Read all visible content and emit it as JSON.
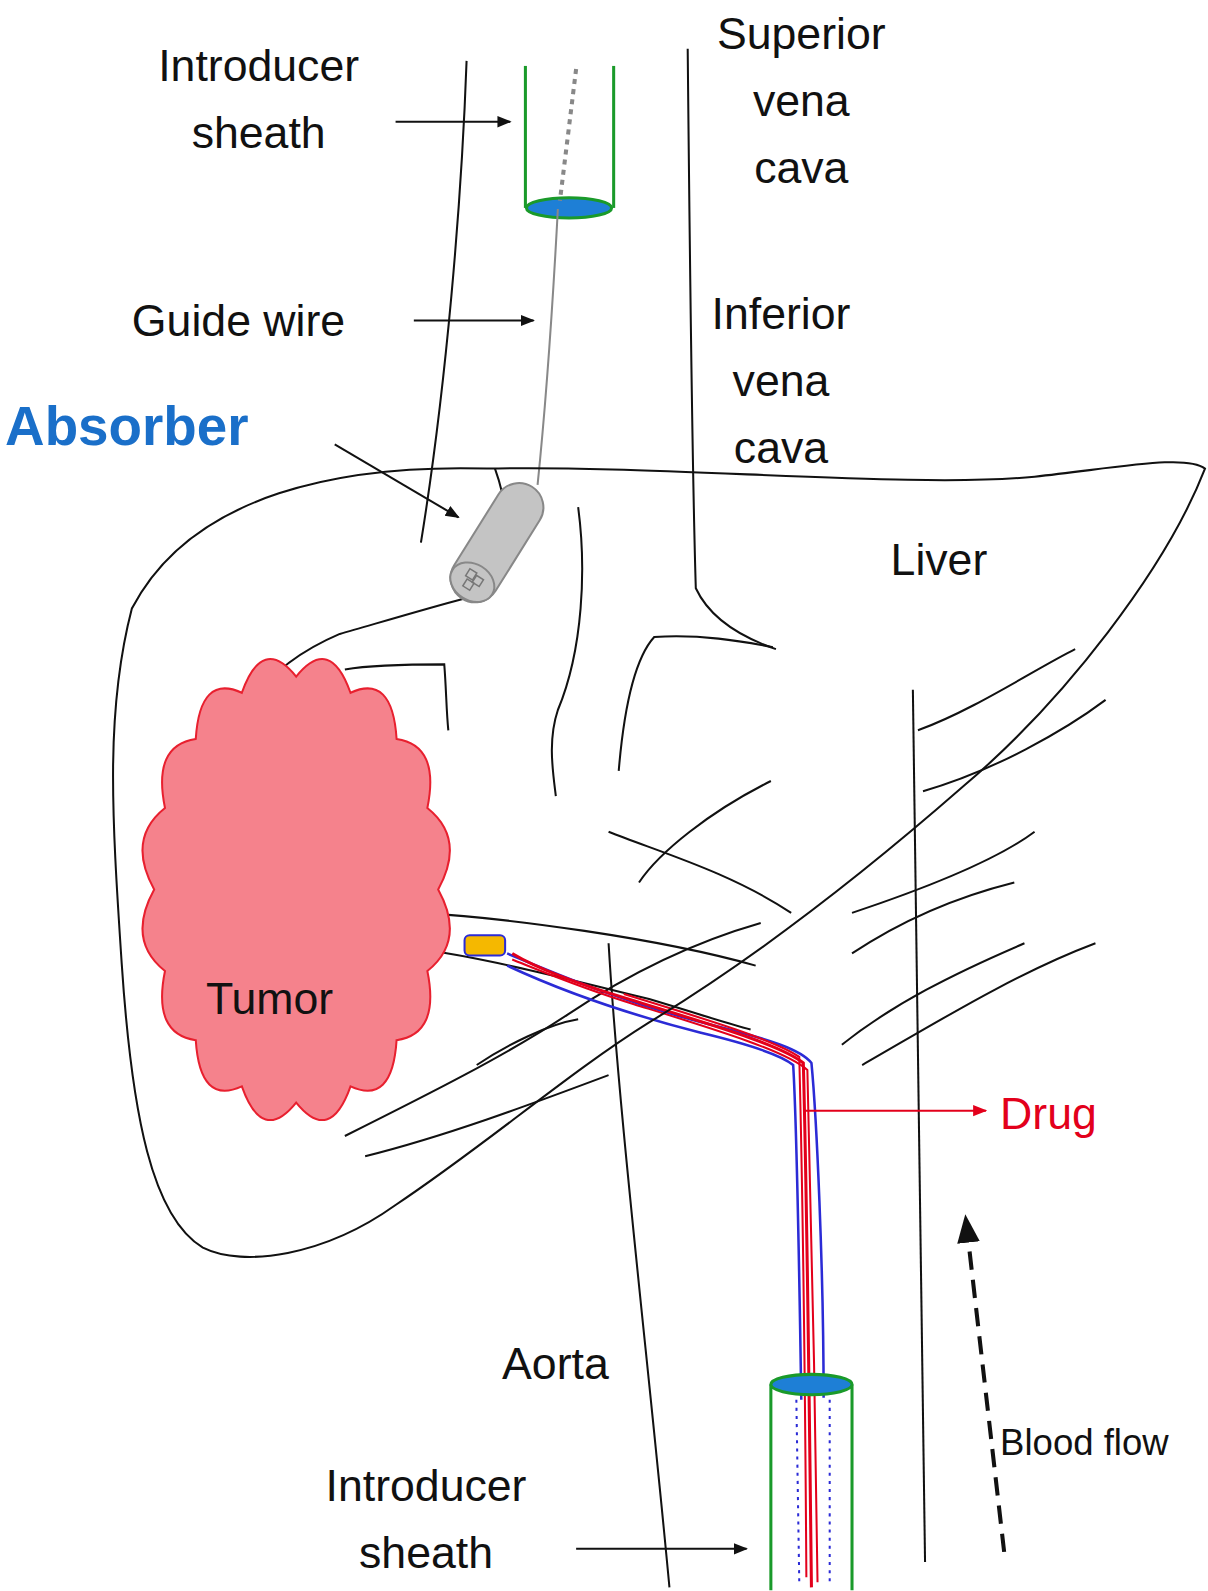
{
  "diagram": {
    "nodes": [
      {
        "text": [
          "Liver"
        ]
      },
      {
        "text": [
          "Tumor"
        ],
        "in": 0
      }
    ],
    "labels": [
      "Introducer sheath",
      "Superior vena cava",
      "Guide wire",
      "Inferior vena cava",
      "Absorber",
      "Drug",
      "Aorta",
      "Introducer sheath",
      "Blood flow"
    ]
  }
}
